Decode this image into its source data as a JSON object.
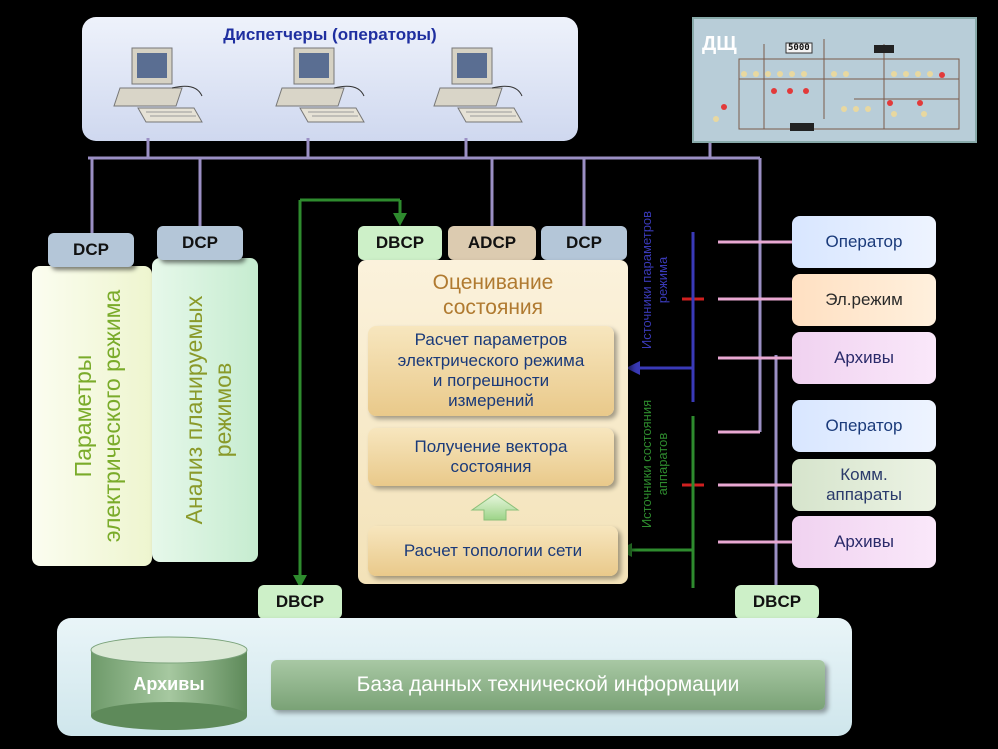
{
  "dispatchers": {
    "title": "Диспетчеры (операторы)"
  },
  "control_panel": {
    "label": "ДЩ",
    "display_value": "5000"
  },
  "tags": {
    "dcp_left": "DCP",
    "dcp_mid": "DCP",
    "dbcp_top": "DBCP",
    "adcp": "ADCP",
    "dcp_right": "DCP",
    "dbcp_bottom_left": "DBCP",
    "dbcp_bottom_right": "DBCP"
  },
  "left_panels": {
    "params": {
      "line1": "Параметры",
      "line2": "электрического режима"
    },
    "analysis": {
      "line1": "Анализ планируемых",
      "line2": "режимов"
    }
  },
  "estimation": {
    "title_line1": "Оценивание",
    "title_line2": "состояния",
    "calc_params": [
      "Расчет параметров",
      "электрического режима",
      "и погрешности",
      "измерений"
    ],
    "state_vector": [
      "Получение вектора",
      "состояния"
    ],
    "topology": "Расчет топологии сети"
  },
  "sources": {
    "params": {
      "line1": "Источники параметров",
      "line2": "режима"
    },
    "devices": {
      "line1": "Источники состояния",
      "line2": "аппаратов"
    }
  },
  "right_boxes": {
    "operator1": "Оператор",
    "el_mode": "Эл.режим",
    "archives1": "Архивы",
    "operator2": "Оператор",
    "comm_line1": "Комм.",
    "comm_line2": "аппараты",
    "archives2": "Архивы"
  },
  "bottom": {
    "archives": "Архивы",
    "database": "База данных технической информации"
  },
  "colors": {
    "bus": "#9b8fc4",
    "green_line": "#2e8b2e",
    "blue_line": "#3a3ab8",
    "red_mark": "#d02020",
    "pink_line": "#f0b0d8"
  }
}
